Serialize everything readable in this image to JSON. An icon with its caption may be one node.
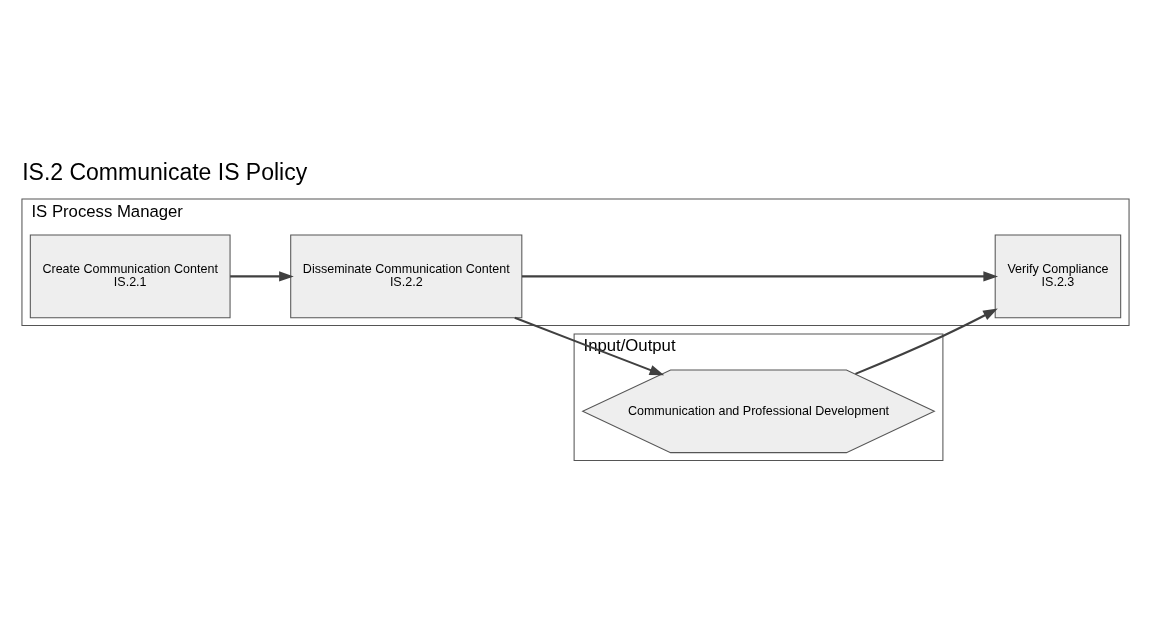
{
  "diagram": {
    "title": "IS.2 Communicate IS Policy",
    "nodes": [
      {
        "text": [
          "IS Process Manager"
        ]
      },
      {
        "text": [
          "Create Communication Content",
          "IS.2.1"
        ],
        "in": 0
      },
      {
        "text": [
          "Disseminate Communication Content",
          "IS.2.2"
        ],
        "in": 0
      },
      {
        "text": [
          "Verify Compliance",
          "IS.2.3"
        ],
        "in": 0
      },
      {
        "text": [
          "Input/Output"
        ]
      },
      {
        "text": [
          "Communication and Professional Development"
        ],
        "in": 4
      }
    ],
    "edges": [
      {
        "from": 1,
        "to": 2,
        "arrow": "to"
      },
      {
        "from": 2,
        "to": 3,
        "arrow": "to"
      },
      {
        "from": 2,
        "to": 5,
        "arrow": "to"
      },
      {
        "from": 5,
        "to": 3,
        "arrow": "to"
      }
    ]
  }
}
